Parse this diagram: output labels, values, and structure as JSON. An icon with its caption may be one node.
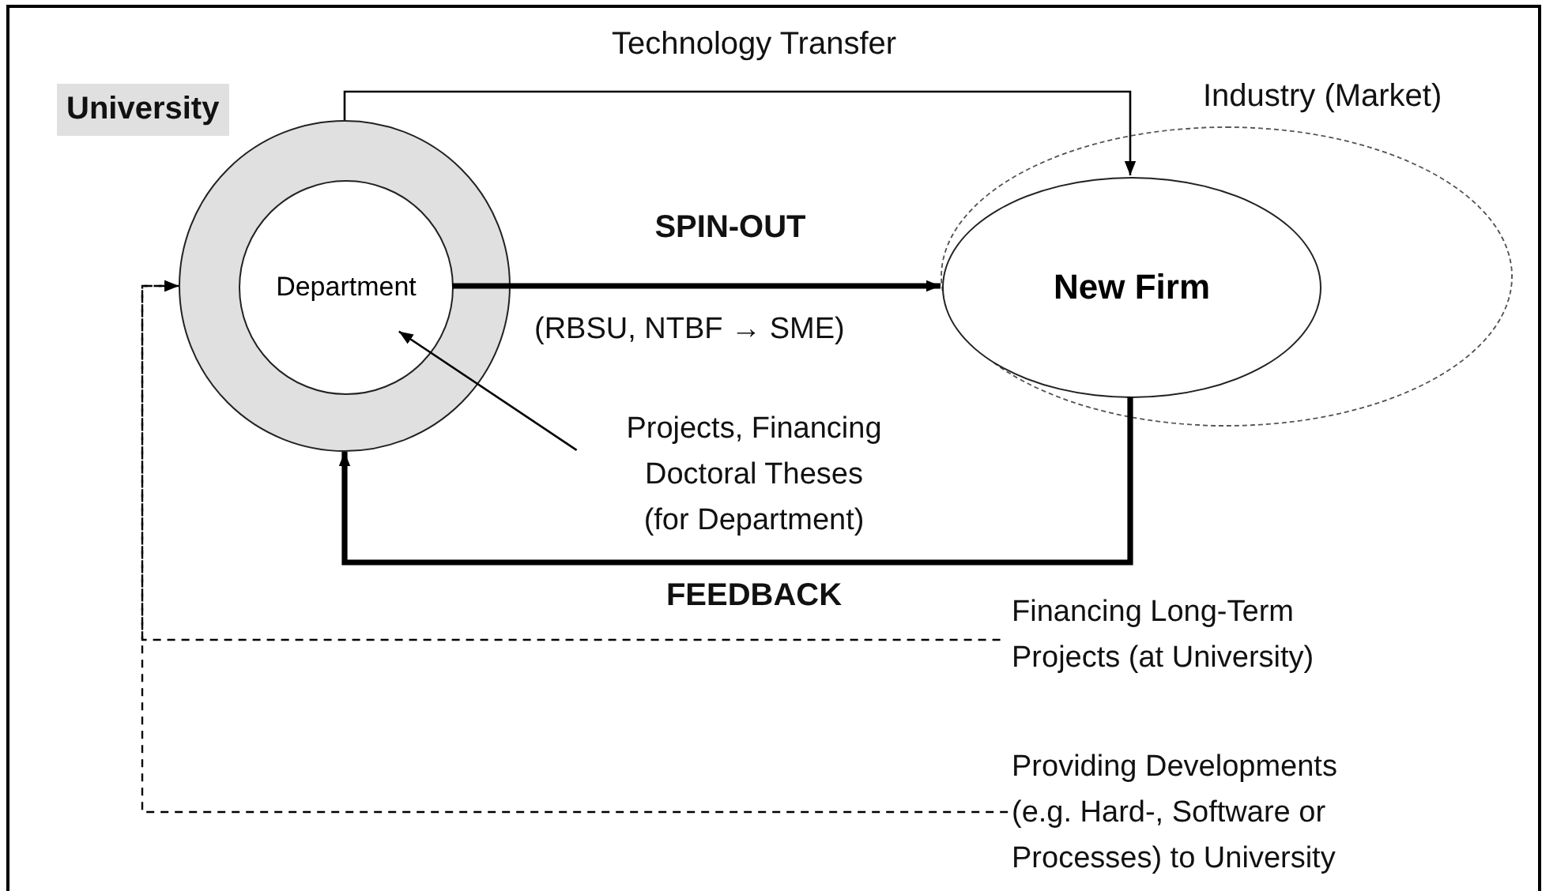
{
  "diagram": {
    "nodes": [
      {
        "text": [
          "University"
        ]
      },
      {
        "text": [
          "Department"
        ],
        "in": 0
      },
      {
        "text": [
          "Industry (Market)"
        ]
      },
      {
        "text": [
          "New Firm"
        ],
        "in": 2
      },
      {
        "text": [
          "Projects, Financing Doctoral Theses (for Department)"
        ]
      },
      {
        "text": [
          "Financing Long-Term Projects (at University)"
        ]
      },
      {
        "text": [
          "Providing Developments (e.g. Hard-, Software or Processes) to University"
        ]
      }
    ],
    "edges": [
      {
        "from": 0,
        "to": 3,
        "arrow": "to",
        "label": "Technology Transfer"
      },
      {
        "from": 1,
        "to": 3,
        "arrow": "to",
        "label": "SPIN-OUT",
        "style": "thick"
      },
      {
        "from": 3,
        "to": 0,
        "arrow": "to",
        "label": "FEEDBACK",
        "style": "thick"
      },
      {
        "from": 4,
        "to": 1,
        "arrow": "to"
      },
      {
        "from": 5,
        "to": 0,
        "arrow": "to",
        "style": "dashed"
      },
      {
        "from": 6,
        "to": 0,
        "arrow": "to",
        "style": "dashed"
      }
    ],
    "labels": [
      "(RBSU, NTBF → SME)"
    ]
  }
}
